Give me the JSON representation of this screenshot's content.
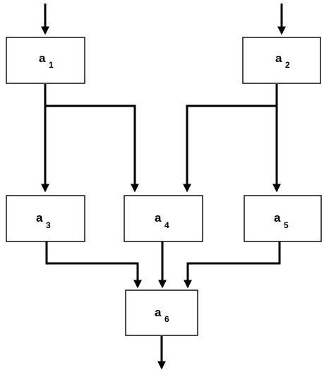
{
  "nodes": [
    {
      "id": "a1",
      "letter": "a",
      "subscript": "1"
    },
    {
      "id": "a2",
      "letter": "a",
      "subscript": "2"
    },
    {
      "id": "a3",
      "letter": "a",
      "subscript": "3"
    },
    {
      "id": "a4",
      "letter": "a",
      "subscript": "4"
    },
    {
      "id": "a5",
      "letter": "a",
      "subscript": "5"
    },
    {
      "id": "a6",
      "letter": "a",
      "subscript": "6"
    }
  ],
  "edges": [
    {
      "from": "input",
      "to": "a1"
    },
    {
      "from": "input",
      "to": "a2"
    },
    {
      "from": "a1",
      "to": "a3"
    },
    {
      "from": "a1",
      "to": "a4"
    },
    {
      "from": "a2",
      "to": "a4"
    },
    {
      "from": "a2",
      "to": "a5"
    },
    {
      "from": "a3",
      "to": "a6"
    },
    {
      "from": "a4",
      "to": "a6"
    },
    {
      "from": "a5",
      "to": "a6"
    },
    {
      "from": "a6",
      "to": "output"
    }
  ],
  "colors": {
    "line": "#000000",
    "box_fill": "#ffffff",
    "background": "#ffffff"
  }
}
